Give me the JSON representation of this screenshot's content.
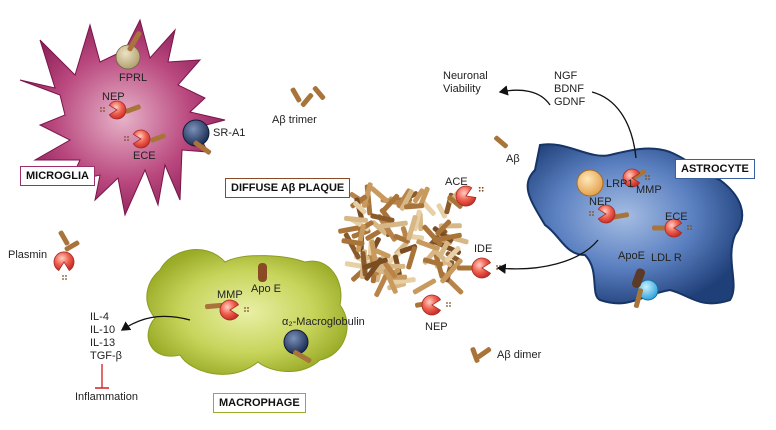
{
  "cells": {
    "microglia": "MICROGLIA",
    "macrophage": "MACROPHAGE",
    "astrocyte": "ASTROCYTE",
    "plaque": "DIFFUSE Aβ PLAQUE"
  },
  "microglia_labels": {
    "fprl": "FPRL",
    "nep": "NEP",
    "ece": "ECE",
    "sra1": "SR-A1"
  },
  "macrophage_labels": {
    "mmp": "MMP",
    "apoe": "Apo E",
    "a2m": "α₂-Macroglobulin"
  },
  "astrocyte_labels": {
    "lrp1": "LRP1",
    "nep": "NEP",
    "mmp": "MMP",
    "ece": "ECE",
    "apoe": "ApoE",
    "ldlr": "LDL R"
  },
  "free_labels": {
    "abeta_trimer": "Aβ trimer",
    "abeta": "Aβ",
    "abeta_dimer": "Aβ dimer",
    "plasmin": "Plasmin",
    "ace": "ACE",
    "ide": "IDE",
    "nep": "NEP",
    "neuronal_viability": [
      "Neuronal",
      "Viability"
    ],
    "growth_factors": [
      "NGF",
      "BDNF",
      "GDNF"
    ],
    "cytokines": [
      "IL-4",
      "IL-10",
      "IL-13",
      "TGF-β"
    ],
    "inflammation": "Inflammation"
  },
  "colors": {
    "microglia": "#9e2f6b",
    "macrophage": "#b5c83b",
    "astrocyte": "#3a5f9e",
    "enzyme": "#e84b4b",
    "peptide": "#a8743a"
  }
}
